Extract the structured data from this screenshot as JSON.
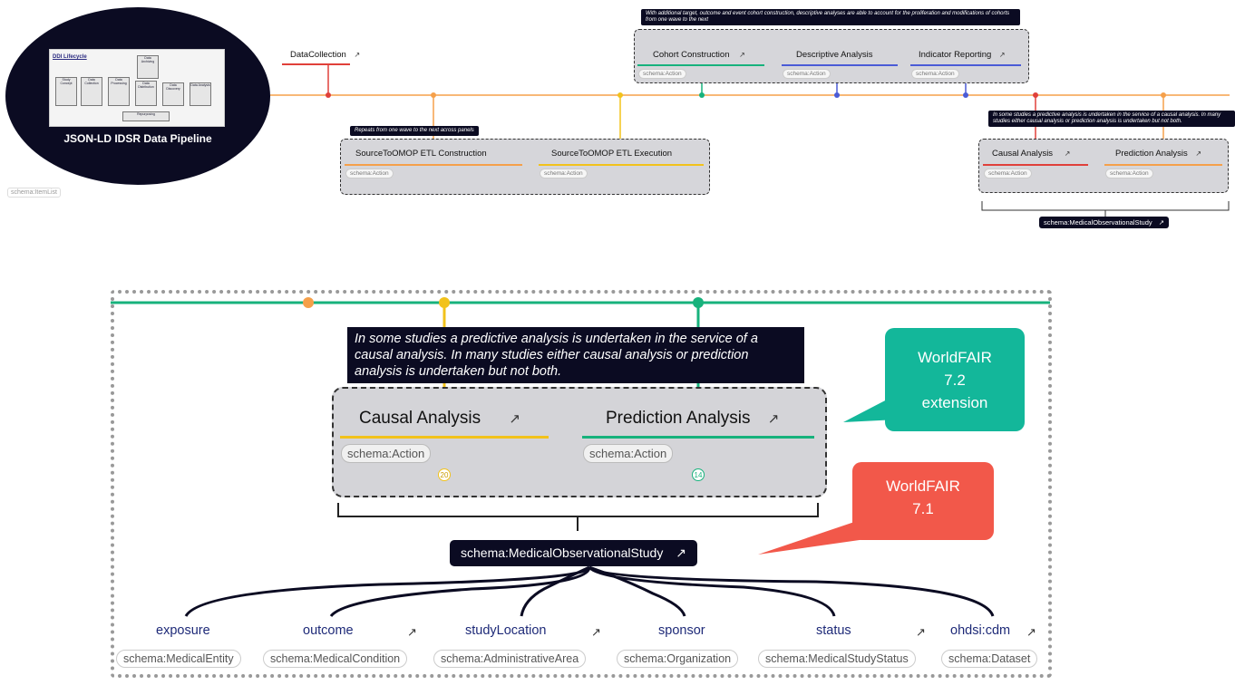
{
  "logo": {
    "card_title": "DDI Lifecycle",
    "title": "JSON-LD IDSR Data Pipeline",
    "boxes": [
      "Study Concept",
      "Data Collection",
      "Data Processing",
      "Data Archiving",
      "Data Distribution",
      "Data Discovery",
      "Data Analysis",
      "Repurposing"
    ]
  },
  "itemlist_label": "schema:ItemList",
  "ext_icon": "↗",
  "top": {
    "data_collection": "DataCollection",
    "etl_group": {
      "tooltip": "Repeats from one wave to the next across panels",
      "items": [
        {
          "label": "SourceToOMOP ETL Construction",
          "type": "schema:Action"
        },
        {
          "label": "SourceToOMOP ETL Execution",
          "type": "schema:Action"
        }
      ]
    },
    "cohort_group": {
      "tooltip": "With additional target, outcome and event cohort construction, descriptive analyses are able to account for the proliferation and modifications of cohorts from one wave to the next",
      "items": [
        {
          "label": "Cohort Construction",
          "type": "schema:Action"
        },
        {
          "label": "Descriptive Analysis",
          "type": "schema:Action"
        },
        {
          "label": "Indicator Reporting",
          "type": "schema:Action"
        }
      ]
    },
    "analysis_group": {
      "tooltip": "In some studies a predictive analysis is undertaken in the service of a causal analysis. In many studies either causal analysis or prediction analysis is undertaken but not both.",
      "items": [
        {
          "label": "Causal Analysis",
          "type": "schema:Action"
        },
        {
          "label": "Prediction Analysis",
          "type": "schema:Action"
        }
      ]
    },
    "study": "schema:MedicalObservationalStudy"
  },
  "zoom": {
    "tooltip": "In some studies a predictive analysis is undertaken in the service of a causal analysis. In many studies either causal analysis or prediction analysis is undertaken but not both.",
    "causal": {
      "label": "Causal Analysis",
      "type": "schema:Action",
      "count": "20"
    },
    "prediction": {
      "label": "Prediction Analysis",
      "type": "schema:Action",
      "count": "14"
    },
    "study": "schema:MedicalObservationalStudy",
    "properties": [
      {
        "name": "exposure",
        "type": "schema:MedicalEntity",
        "link": false
      },
      {
        "name": "outcome",
        "type": "schema:MedicalCondition",
        "link": true
      },
      {
        "name": "studyLocation",
        "type": "schema:AdministrativeArea",
        "link": true
      },
      {
        "name": "sponsor",
        "type": "schema:Organization",
        "link": false
      },
      {
        "name": "status",
        "type": "schema:MedicalStudyStatus",
        "link": true
      },
      {
        "name": "ohdsi:cdm",
        "type": "schema:Dataset",
        "link": true
      }
    ]
  },
  "callouts": {
    "teal_l1": "WorldFAIR",
    "teal_l2": "7.2",
    "teal_l3": "extension",
    "red_l1": "WorldFAIR",
    "red_l2": "7.1"
  },
  "colors": {
    "timeline": "#f5a04a",
    "red": "#e0403a",
    "yellow": "#f2c21b",
    "green": "#17b27c",
    "blue": "#4a5bd6",
    "dark": "#0b0b22"
  }
}
